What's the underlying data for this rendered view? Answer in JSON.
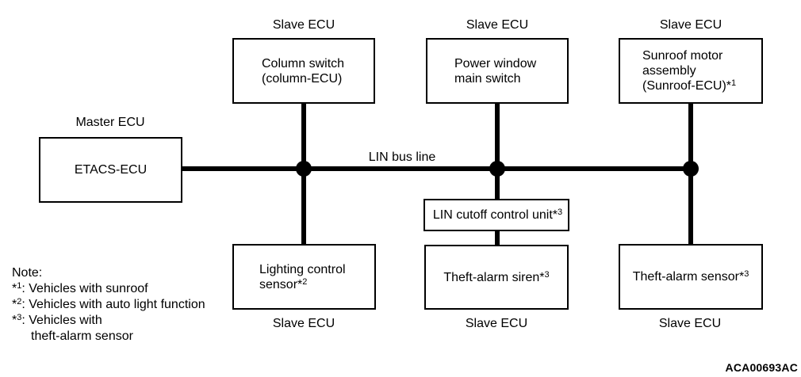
{
  "labels": {
    "master_ecu": "Master ECU",
    "slave_ecu": "Slave ECU",
    "bus": "LIN bus line",
    "figure_code": "ACA00693AC"
  },
  "nodes": {
    "etacs": {
      "name": "ETACS-ECU"
    },
    "column_switch": {
      "line1": "Column switch",
      "line2": "(column-ECU)"
    },
    "power_window": {
      "line1": "Power window",
      "line2": "main switch"
    },
    "sunroof": {
      "line1": "Sunroof motor",
      "line2": "assembly",
      "line3": "(Sunroof-ECU)*",
      "line3_sup": "1"
    },
    "lin_cutoff": {
      "text": "LIN cutoff control unit*",
      "sup": "3"
    },
    "lighting": {
      "line1": "Lighting control",
      "line2": "sensor*",
      "line2_sup": "2"
    },
    "siren": {
      "text": "Theft-alarm siren*",
      "sup": "3"
    },
    "sensor": {
      "text": "Theft-alarm sensor*",
      "sup": "3"
    }
  },
  "note": {
    "title": "Note:",
    "items": [
      {
        "marker": "*",
        "sup": "1",
        "text": ": Vehicles with sunroof"
      },
      {
        "marker": "*",
        "sup": "2",
        "text": ": Vehicles with auto light function"
      },
      {
        "marker": "*",
        "sup": "3",
        "text": ": Vehicles with",
        "text2": "theft-alarm sensor"
      }
    ]
  }
}
